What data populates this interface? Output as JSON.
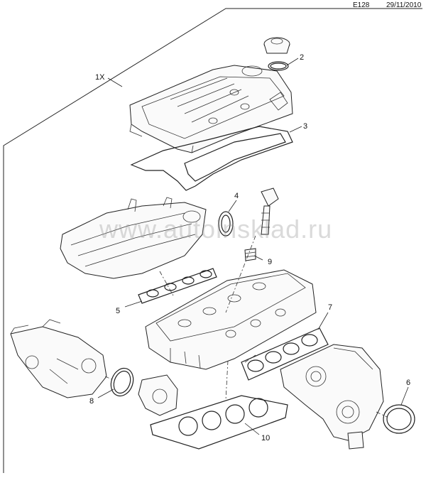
{
  "header": {
    "diagram_code": "E128",
    "date": "29/11/2010"
  },
  "watermark": "www.autoinsklad.ru",
  "callouts": [
    {
      "id": "1X",
      "label": "1X"
    },
    {
      "id": "2",
      "label": "2"
    },
    {
      "id": "3",
      "label": "3"
    },
    {
      "id": "4",
      "label": "4"
    },
    {
      "id": "5",
      "label": "5"
    },
    {
      "id": "6",
      "label": "6"
    },
    {
      "id": "7",
      "label": "7"
    },
    {
      "id": "8",
      "label": "8"
    },
    {
      "id": "9",
      "label": "9"
    },
    {
      "id": "10",
      "label": "10"
    }
  ]
}
